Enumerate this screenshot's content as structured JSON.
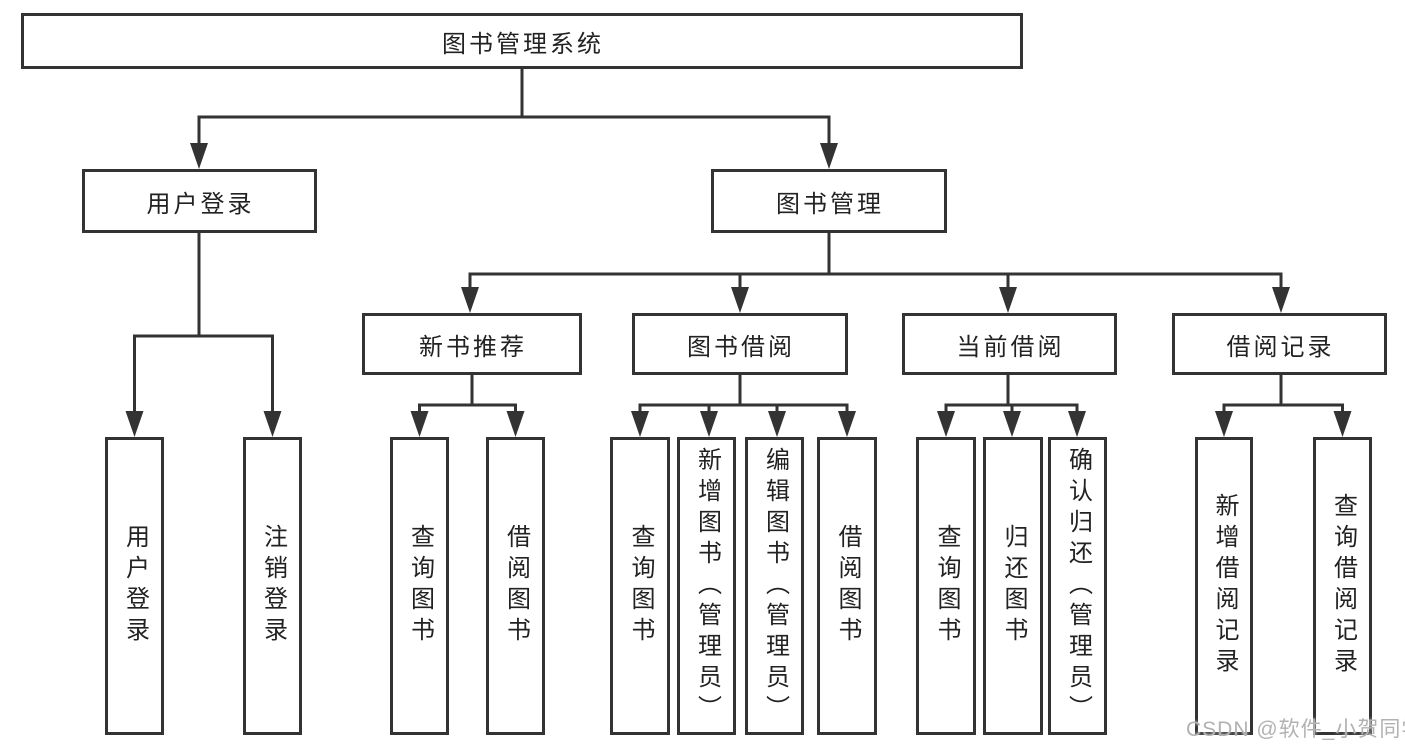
{
  "tree": {
    "root": "图书管理系统",
    "branches": [
      {
        "label": "用户登录",
        "children": [
          {
            "label": "用户登录"
          },
          {
            "label": "注销登录"
          }
        ]
      },
      {
        "label": "图书管理",
        "children": [
          {
            "label": "新书推荐",
            "children": [
              {
                "label": "查询图书"
              },
              {
                "label": "借阅图书"
              }
            ]
          },
          {
            "label": "图书借阅",
            "children": [
              {
                "label": "查询图书"
              },
              {
                "label": "新增图书（管理员）"
              },
              {
                "label": "编辑图书（管理员）"
              },
              {
                "label": "借阅图书"
              }
            ]
          },
          {
            "label": "当前借阅",
            "children": [
              {
                "label": "查询图书"
              },
              {
                "label": "归还图书"
              },
              {
                "label": "确认归还（管理员）"
              }
            ]
          },
          {
            "label": "借阅记录",
            "children": [
              {
                "label": "新增借阅记录"
              },
              {
                "label": "查询借阅记录"
              }
            ]
          }
        ]
      }
    ]
  },
  "watermark": "CSDN @软件_小贺同学",
  "colors": {
    "border": "#333333",
    "line": "#333333",
    "text": "#222222",
    "watermark": "#b2b2b2",
    "background": "#ffffff"
  }
}
